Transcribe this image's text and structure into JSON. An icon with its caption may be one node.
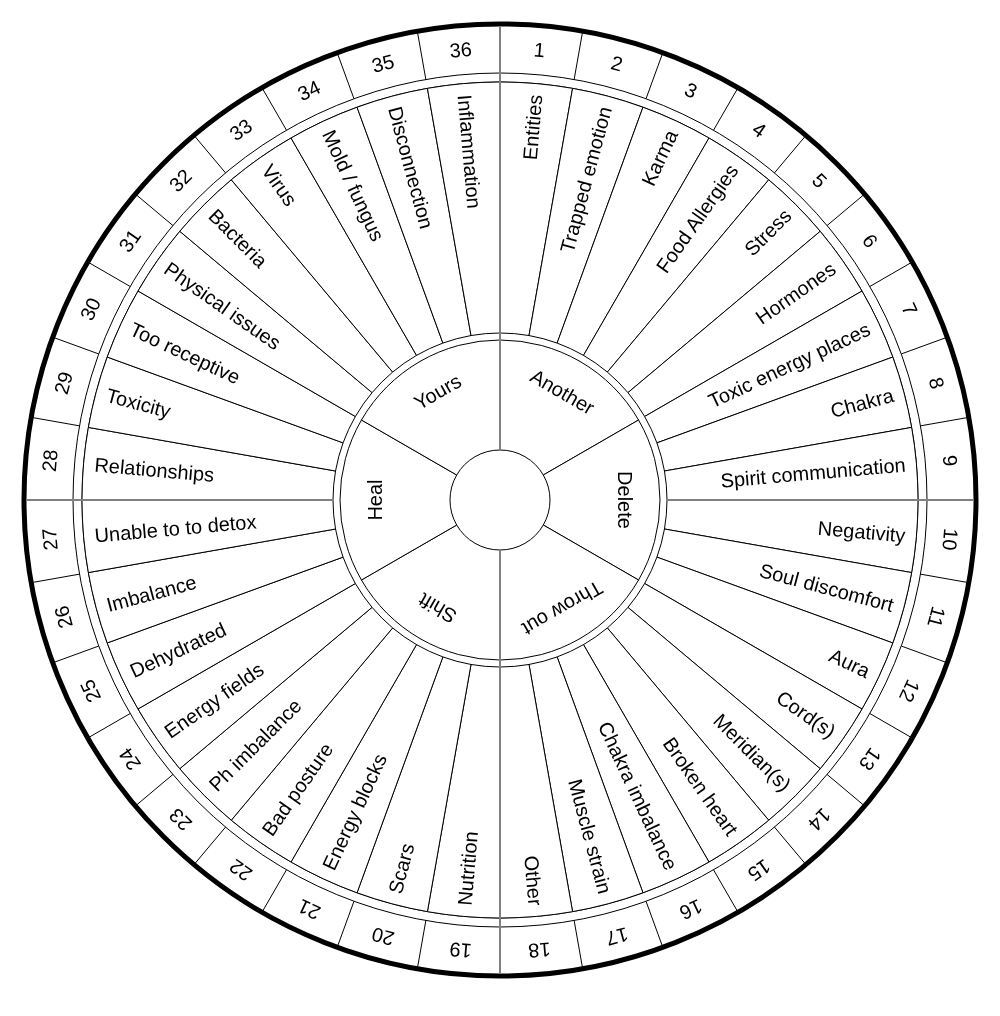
{
  "diagram": {
    "nodes": [
      {
        "text": [
          "Entities"
        ],
        "beside": [
          "1"
        ]
      },
      {
        "text": [
          "Trapped emotion"
        ],
        "beside": [
          "2"
        ]
      },
      {
        "text": [
          "Karma"
        ],
        "beside": [
          "3"
        ]
      },
      {
        "text": [
          "Food Allergies"
        ],
        "beside": [
          "4"
        ]
      },
      {
        "text": [
          "Stress"
        ],
        "beside": [
          "5"
        ]
      },
      {
        "text": [
          "Hormones"
        ],
        "beside": [
          "6"
        ]
      },
      {
        "text": [
          "Toxic energy places"
        ],
        "beside": [
          "7"
        ]
      },
      {
        "text": [
          "Chakra"
        ],
        "beside": [
          "8"
        ]
      },
      {
        "text": [
          "Spirit communication"
        ],
        "beside": [
          "9"
        ]
      },
      {
        "text": [
          "Negativity"
        ],
        "beside": [
          "10"
        ]
      },
      {
        "text": [
          "Soul discomfort"
        ],
        "beside": [
          "11"
        ]
      },
      {
        "text": [
          "Aura"
        ],
        "beside": [
          "12"
        ]
      },
      {
        "text": [
          "Cord(s)"
        ],
        "beside": [
          "13"
        ]
      },
      {
        "text": [
          "Meridian(s)"
        ],
        "beside": [
          "14"
        ]
      },
      {
        "text": [
          "Broken heart"
        ],
        "beside": [
          "15"
        ]
      },
      {
        "text": [
          "Chakra imbalance"
        ],
        "beside": [
          "16"
        ]
      },
      {
        "text": [
          "Muscle strain"
        ],
        "beside": [
          "17"
        ]
      },
      {
        "text": [
          "Other"
        ],
        "beside": [
          "18"
        ]
      },
      {
        "text": [
          "Nutrition"
        ],
        "beside": [
          "19"
        ]
      },
      {
        "text": [
          "Scars"
        ],
        "beside": [
          "20"
        ]
      },
      {
        "text": [
          "Energy blocks"
        ],
        "beside": [
          "21"
        ]
      },
      {
        "text": [
          "Bad posture"
        ],
        "beside": [
          "22"
        ]
      },
      {
        "text": [
          "Ph imbalance"
        ],
        "beside": [
          "23"
        ]
      },
      {
        "text": [
          "Energy fields"
        ],
        "beside": [
          "24"
        ]
      },
      {
        "text": [
          "Dehydrated"
        ],
        "beside": [
          "25"
        ]
      },
      {
        "text": [
          "Imbalance"
        ],
        "beside": [
          "26"
        ]
      },
      {
        "text": [
          "Unable to to detox"
        ],
        "beside": [
          "27"
        ]
      },
      {
        "text": [
          "Relationships"
        ],
        "beside": [
          "28"
        ]
      },
      {
        "text": [
          "Toxicity"
        ],
        "beside": [
          "29"
        ]
      },
      {
        "text": [
          "Too receptive"
        ],
        "beside": [
          "30"
        ]
      },
      {
        "text": [
          "Physical issues"
        ],
        "beside": [
          "31"
        ]
      },
      {
        "text": [
          "Bacteria"
        ],
        "beside": [
          "32"
        ]
      },
      {
        "text": [
          "Virus"
        ],
        "beside": [
          "33"
        ]
      },
      {
        "text": [
          "Mold / fungus"
        ],
        "beside": [
          "34"
        ]
      },
      {
        "text": [
          "Disconnection"
        ],
        "beside": [
          "35"
        ]
      },
      {
        "text": [
          "Inflammation"
        ],
        "beside": [
          "36"
        ]
      },
      {
        "text": [
          "Another"
        ]
      },
      {
        "text": [
          "Delete"
        ]
      },
      {
        "text": [
          "Throw out"
        ]
      },
      {
        "text": [
          "Shift"
        ]
      },
      {
        "text": [
          "Heal"
        ]
      },
      {
        "text": [
          "Yours"
        ]
      }
    ]
  }
}
